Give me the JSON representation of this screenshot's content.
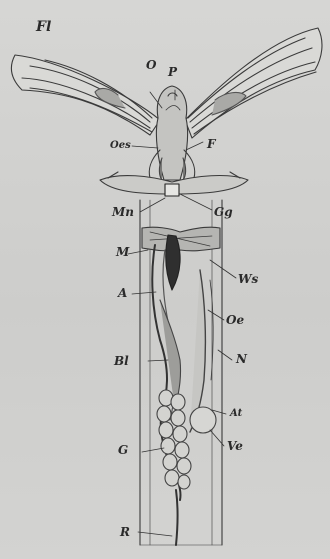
{
  "figure": {
    "labels": {
      "fl": "Fl",
      "o": "O",
      "p": "P",
      "oes": "Oes",
      "f": "F",
      "mn": "Mn",
      "gg": "Gg",
      "m": "M",
      "ws": "Ws",
      "a": "A",
      "oe": "Oe",
      "n": "N",
      "bl": "Bl",
      "at": "At",
      "ve": "Ve",
      "g": "G",
      "r": "R"
    }
  },
  "colors": {
    "background": "#d0d0ce",
    "ink": "#2a2a2a"
  }
}
